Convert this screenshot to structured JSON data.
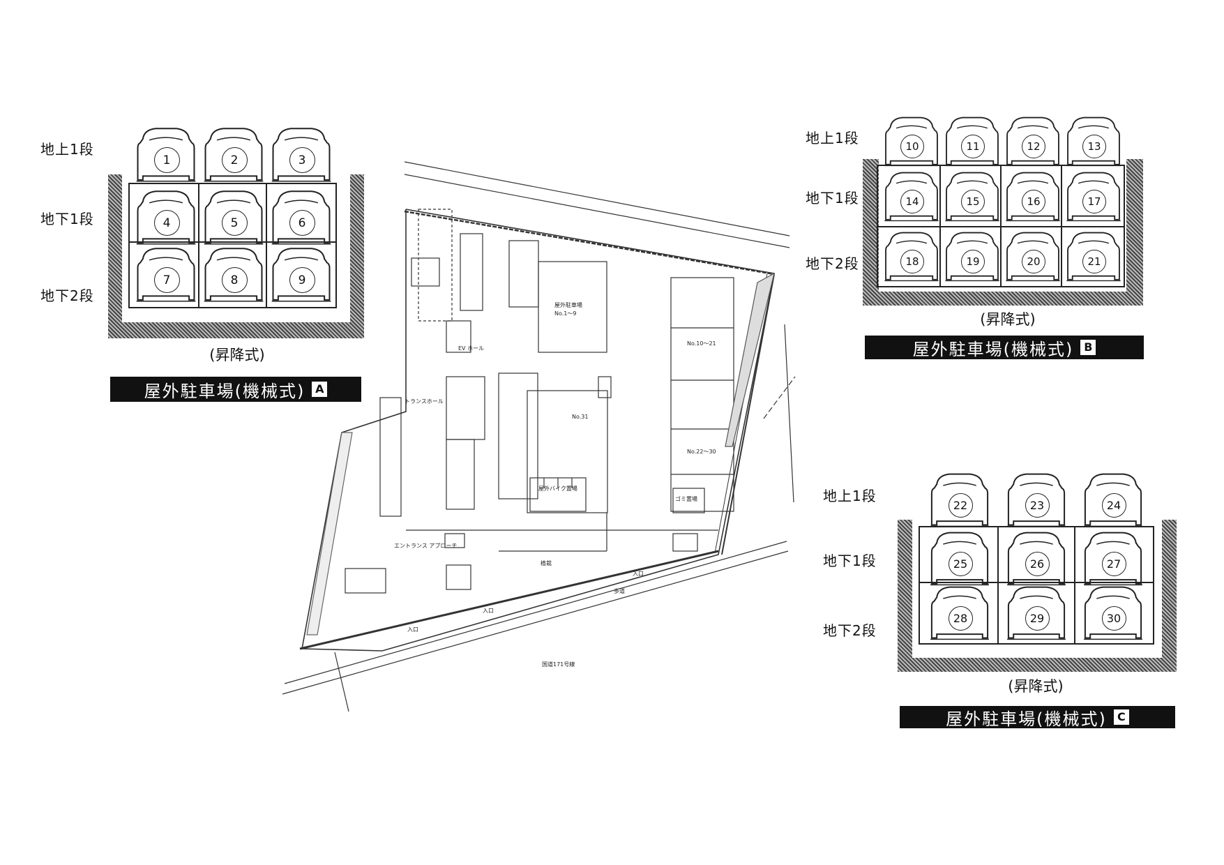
{
  "panels": [
    {
      "id": "A",
      "title": "屋外駐車場(機械式)",
      "badge": "A",
      "caption": "(昇降式)",
      "levels": [
        "地上1段",
        "地下1段",
        "地下2段"
      ],
      "slots": [
        "1",
        "2",
        "3",
        "4",
        "5",
        "6",
        "7",
        "8",
        "9"
      ]
    },
    {
      "id": "B",
      "title": "屋外駐車場(機械式)",
      "badge": "B",
      "caption": "(昇降式)",
      "levels": [
        "地上1段",
        "地下1段",
        "地下2段"
      ],
      "slots": [
        "10",
        "11",
        "12",
        "13",
        "14",
        "15",
        "16",
        "17",
        "18",
        "19",
        "20",
        "21"
      ]
    },
    {
      "id": "C",
      "title": "屋外駐車場(機械式)",
      "badge": "C",
      "caption": "(昇降式)",
      "levels": [
        "地上1段",
        "地下1段",
        "地下2段"
      ],
      "slots": [
        "22",
        "23",
        "24",
        "25",
        "26",
        "27",
        "28",
        "29",
        "30"
      ]
    }
  ],
  "siteplan": {
    "labels": {
      "road_bottom": "国道171号線",
      "sidewalk": "歩道",
      "entrance": "入口",
      "ev_hall": "EV ホール",
      "trans_hall": "トランスホール",
      "planting": "植栽",
      "parking_a": "屋外駐車場",
      "parking_a_range": "No.1～9",
      "parking_b_range": "No.10～21",
      "parking_c_range": "No.22～30",
      "parking_indoor": "No.31",
      "bike": "屋外バイク置場",
      "garbage": "ゴミ置場",
      "approach": "エントランス アプローチ"
    }
  }
}
